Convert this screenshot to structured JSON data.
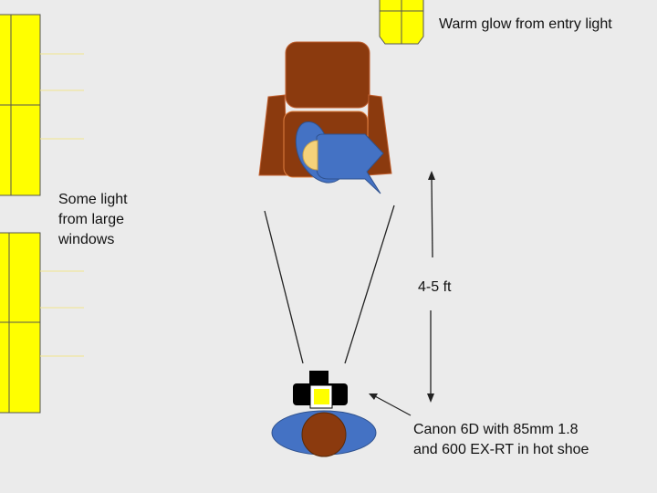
{
  "labels": {
    "entry_light": "Warm glow from entry light",
    "windows": "Some light\nfrom large\nwindows",
    "distance": "4-5 ft",
    "camera": "Canon 6D with 85mm 1.8\nand 600 EX-RT in hot shoe"
  },
  "colors": {
    "background": "#ebebeb",
    "window": "#ffff00",
    "chair": "#8b3a0e",
    "person": "#4472c4",
    "skin": "#f5d27a",
    "camera": "#000000"
  }
}
